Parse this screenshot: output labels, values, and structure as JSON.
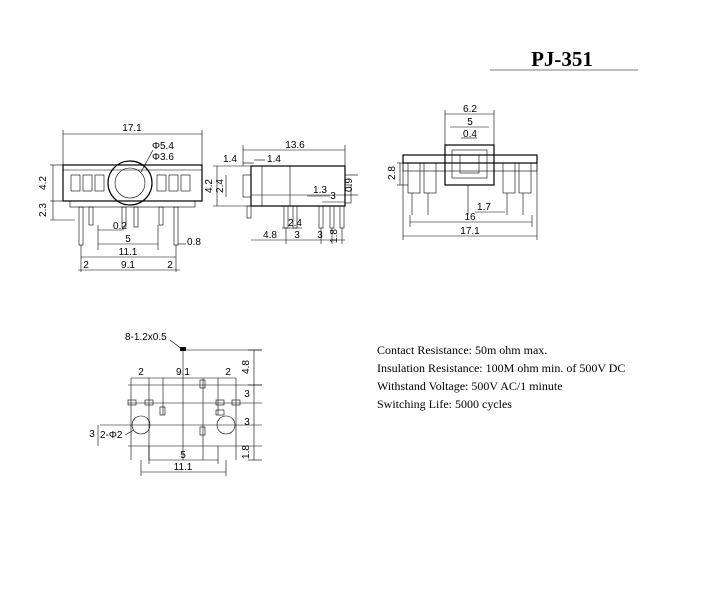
{
  "title": "PJ-351",
  "specs": [
    "Contact Resistance:     50m ohm max.",
    "Insulation Resistance: 100M ohm min. of 500V DC",
    "Withstand Voltage: 500V AC/1 minute",
    "Switching Life: 5000 cycles"
  ],
  "front_view": {
    "overall_width": "17.1",
    "hole_outer": "Φ5.4",
    "hole_inner": "Φ3.6",
    "body_height": "4.2",
    "pin_length": "2.3",
    "pin_offset": "0.2",
    "span_small": "5",
    "span_mid": "11.1",
    "pin_width": "0.8",
    "edge_left": "2",
    "span_center": "9.1",
    "edge_right": "2"
  },
  "side_view": {
    "overall_length": "13.6",
    "flange": "1.4",
    "collar": "1.4",
    "barrel_dia": "2.4",
    "height": "4.2",
    "tab_width": "1.3",
    "tab_height": "0.9",
    "pin_pitch_a": "3",
    "pin_pitch_b": "2.4",
    "front_offset": "4.8",
    "pitch_1": "3",
    "pitch_2": "3",
    "tail": "1.8"
  },
  "top_view": {
    "center_width": "6.2",
    "inner_width": "5",
    "contact_width": "0.4",
    "height": "2.8",
    "offset": "1.7",
    "inner_span": "16",
    "overall_width": "17.1"
  },
  "footprint": {
    "pad_note": "8-1.2x0.5",
    "hole_note": "2-Φ2",
    "left_edge": "2",
    "center_span": "9.1",
    "right_edge": "2",
    "row_1": "4.8",
    "row_2": "3",
    "row_3": "3",
    "row_4": "1.8",
    "hole_offset": "3",
    "span_small": "5",
    "span_total": "11.1"
  }
}
